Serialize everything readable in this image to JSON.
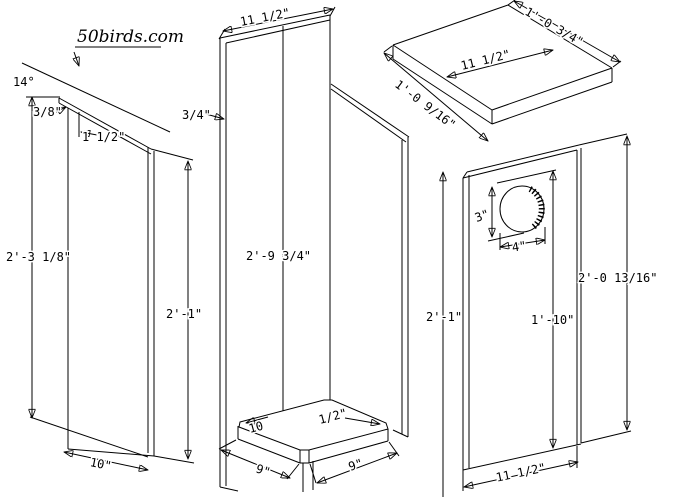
{
  "title": "50birds.com",
  "side_panel": {
    "angle": "14°",
    "bevel_thickness": "3/8\"",
    "top_setback": "1 1/2\"",
    "front_height": "2'-3 1/8\"",
    "back_height": "2'-1\"",
    "width": "10\""
  },
  "back_panel": {
    "width": "11 1/2\"",
    "thickness": "3/4\"",
    "height": "2'-9 3/4\""
  },
  "floor": {
    "left_depth": "9\"",
    "right_width": "9\"",
    "top_left_callout": "10",
    "top_right_callout": "1/2\""
  },
  "roof": {
    "right_edge": "1'-0 3/4\"",
    "top_face": "11 1/2\"",
    "left_edge": "1'-0 9/16\""
  },
  "front_panel": {
    "left_height": "2'-1\"",
    "hole_height": "3\"",
    "hole_width": "4\"",
    "hole_to_bottom": "1'-10\"",
    "right_height": "2'-0 13/16\"",
    "width": "11 1/2\""
  }
}
